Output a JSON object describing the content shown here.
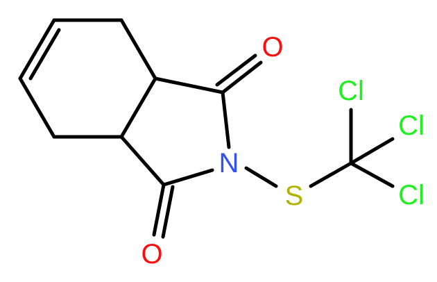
{
  "colors": {
    "bond": "#000000",
    "O": "#ff0d0d",
    "N": "#3050f8",
    "S": "#b2b200",
    "Cl": "#1ff01f"
  },
  "labels": {
    "o_top": "O",
    "o_bottom": "O",
    "n": "N",
    "s": "S",
    "cl_top": "Cl",
    "cl_right": "Cl",
    "cl_bottom": "Cl"
  }
}
